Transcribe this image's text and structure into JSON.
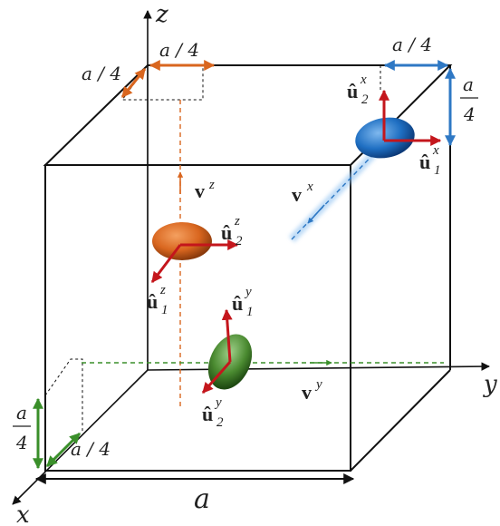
{
  "axes": {
    "z": "z",
    "y": "y",
    "x": "x"
  },
  "dimensions": {
    "edge": "a",
    "quarter": "a / 4",
    "frac_num": "a",
    "frac_den": "4"
  },
  "vectors": {
    "v_bold": "v",
    "u_bold": "û",
    "sub_1": "1",
    "sub_2": "2",
    "sup_x": "x",
    "sup_y": "y",
    "sup_z": "z"
  },
  "colors": {
    "orange": "#d9661f",
    "blue": "#2e78c4",
    "green": "#3a8f2a",
    "red": "#c4161c",
    "cube": "#111111"
  }
}
